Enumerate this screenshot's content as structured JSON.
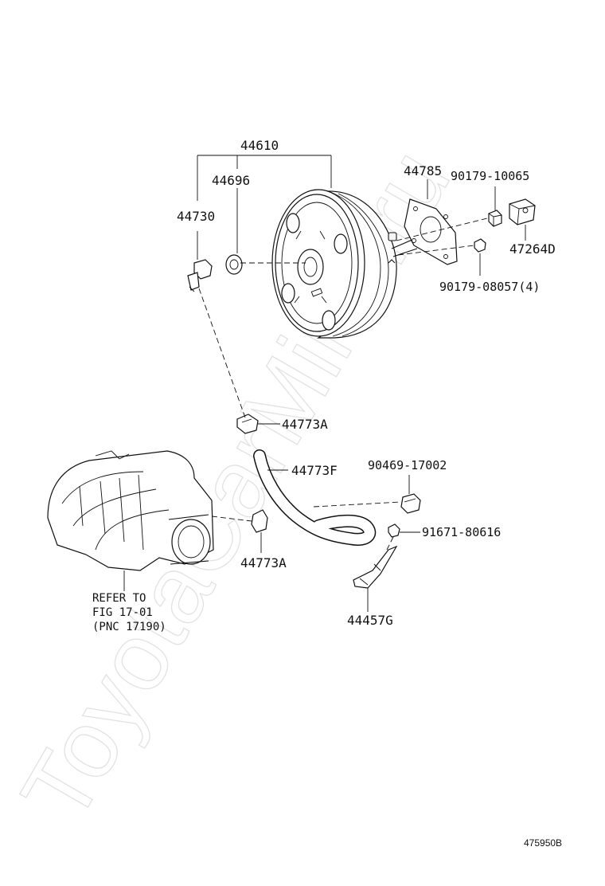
{
  "callouts": {
    "p44610": "44610",
    "p44696": "44696",
    "p44730": "44730",
    "p44785": "44785",
    "p90179_10065": "90179-10065",
    "p47264D": "47264D",
    "p90179_08057": "90179-08057(4)",
    "p44773A_top": "44773A",
    "p44773F": "44773F",
    "p90469_17002": "90469-17002",
    "p91671_80616": "91671-80616",
    "p44773A_bottom": "44773A",
    "p44457G": "44457G"
  },
  "reference_note": {
    "line1": "REFER TO",
    "line2": "FIG 17-01",
    "line3": "(PNC 17190)"
  },
  "illustration_code": "475950B",
  "watermark": "ToyotaCarMine.ru"
}
